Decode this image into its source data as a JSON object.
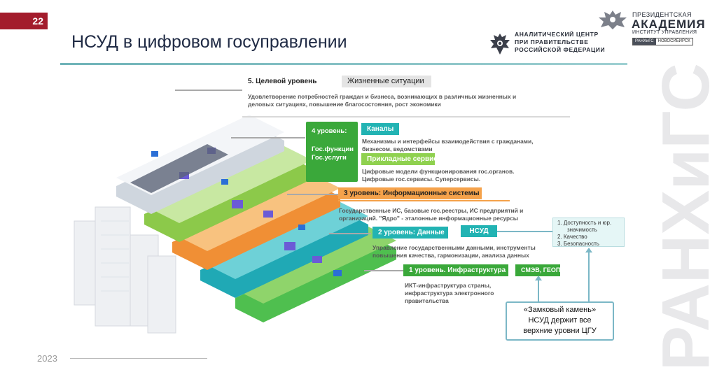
{
  "slide": {
    "number": "22",
    "title": "НСУД в цифровом госуправлении",
    "year": "2023"
  },
  "header": {
    "analytic_center": [
      "АНАЛИТИЧЕСКИЙ ЦЕНТР",
      "ПРИ ПРАВИТЕЛЬСТВЕ",
      "РОССИЙСКОЙ ФЕДЕРАЦИИ"
    ],
    "academy": {
      "line1": "ПРЕЗИДЕНТСКАЯ",
      "line2": "АКАДЕМИЯ",
      "line3": "ИНСТИТУТ УПРАВЛЕНИЯ",
      "tag_left": "РАНХиГС",
      "tag_right": "НОВОСИБИРСК"
    },
    "watermark": "РАНХиГС"
  },
  "levels": {
    "l5": {
      "label": "5. Целевой уровень",
      "pill": "Жизненные ситуации",
      "desc1": "Удовлетворение потребностей граждан и бизнеса, возникающих в различных жизненных и",
      "desc2": "деловых ситуациях, повышение благосостояния, рост экономики"
    },
    "l4": {
      "label": "4 уровень:",
      "sub1": "Гос.функции",
      "sub2": "Гос.услуги",
      "pill1": "Каналы",
      "desc1a": "Механизмы и интерфейсы взаимодействия с гражданами,",
      "desc1b": "бизнесом, ведомствами",
      "pill2": "Прикладные сервисы",
      "desc2a": "Цифровые модели функционирования гос.органов.",
      "desc2b": "Цифровые гос.сервисы. Суперсервисы."
    },
    "l3": {
      "label": "3 уровень: Информационные системы",
      "desc1": "Государственные ИС, базовые гос.реестры, ИС предприятий и",
      "desc2": "организаций. \"Ядро\" - эталонные информационные ресурсы"
    },
    "l2": {
      "label": "2 уровень: Данные",
      "pill": "НСУД",
      "desc1": "Управление государственными данными, инструменты",
      "desc2": "повышения качества, гармонизации, анализа данных"
    },
    "l1": {
      "label": "1 уровень. Инфраструктура",
      "pill": "СМЭВ, ГЕОП",
      "desc1": "ИКТ-инфраструктура страны,",
      "desc2": "инфраструктура электронного",
      "desc3": "правительства"
    }
  },
  "quality": {
    "item1a": "1. Доступность и юр.",
    "item1b": "значимость",
    "item2": "2. Качество",
    "item3": "3. Безопасность"
  },
  "callout": {
    "line1": "«Замковый камень»",
    "line2": "НСУД держит все",
    "line3": "верхние уровни ЦГУ"
  },
  "colors": {
    "accent_red": "#a31c2c",
    "teal": "#22b3b3",
    "green": "#3aa83a",
    "orange": "#f5a24b",
    "light_green": "#8fd14f",
    "callout_border": "#7bb7c6"
  }
}
